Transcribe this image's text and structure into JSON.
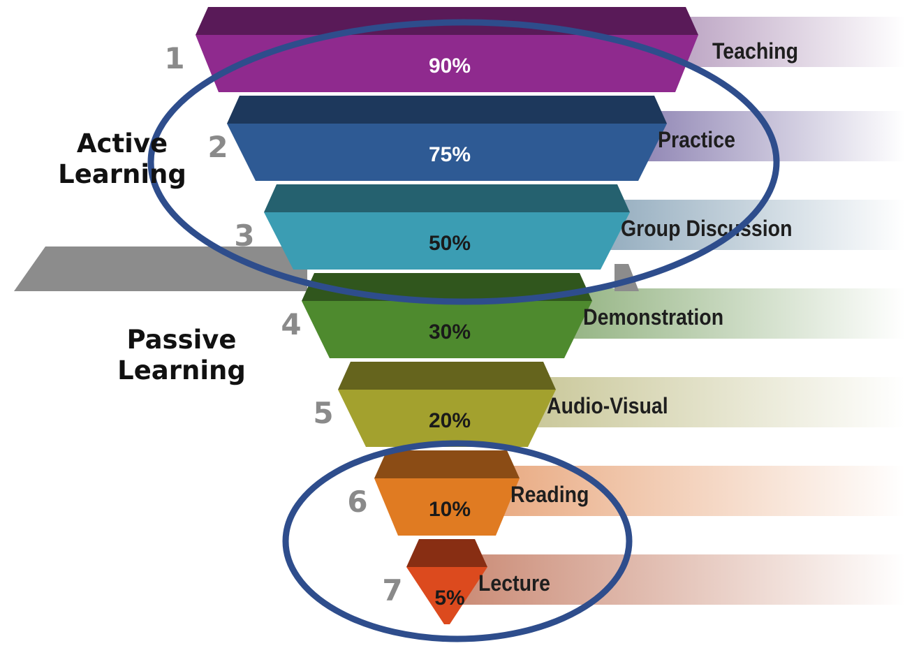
{
  "groups": {
    "active": {
      "line1": "Active",
      "line2": "Learning"
    },
    "passive": {
      "line1": "Passive",
      "line2": "Learning"
    }
  },
  "chart_data": {
    "type": "funnel",
    "levels": [
      {
        "rank": "1",
        "percent": "90%",
        "label": "Teaching",
        "value": 90,
        "color": "#8f2a8e",
        "band": "#b59bbd"
      },
      {
        "rank": "2",
        "percent": "75%",
        "label": "Practice",
        "value": 75,
        "color": "#2e5a94",
        "band": "#8a7fb0"
      },
      {
        "rank": "3",
        "percent": "50%",
        "label": "Group Discussion",
        "value": 50,
        "color": "#3b9db3",
        "band": "#8ea8bb"
      },
      {
        "rank": "4",
        "percent": "30%",
        "label": "Demonstration",
        "value": 30,
        "color": "#4e8a2e",
        "band": "#8fb07d"
      },
      {
        "rank": "5",
        "percent": "20%",
        "label": "Audio-Visual",
        "value": 20,
        "color": "#a3a12e",
        "band": "#c7c595"
      },
      {
        "rank": "6",
        "percent": "10%",
        "label": "Reading",
        "value": 10,
        "color": "#e07b22",
        "band": "#e8a77d"
      },
      {
        "rank": "7",
        "percent": "5%",
        "label": "Lecture",
        "value": 5,
        "color": "#dc4a1e",
        "band": "#c98872"
      }
    ],
    "highlights": [
      "Active Learning levels 1-3",
      "Passive Learning levels 6-7"
    ],
    "highlight_color": "#2e4d8c"
  }
}
